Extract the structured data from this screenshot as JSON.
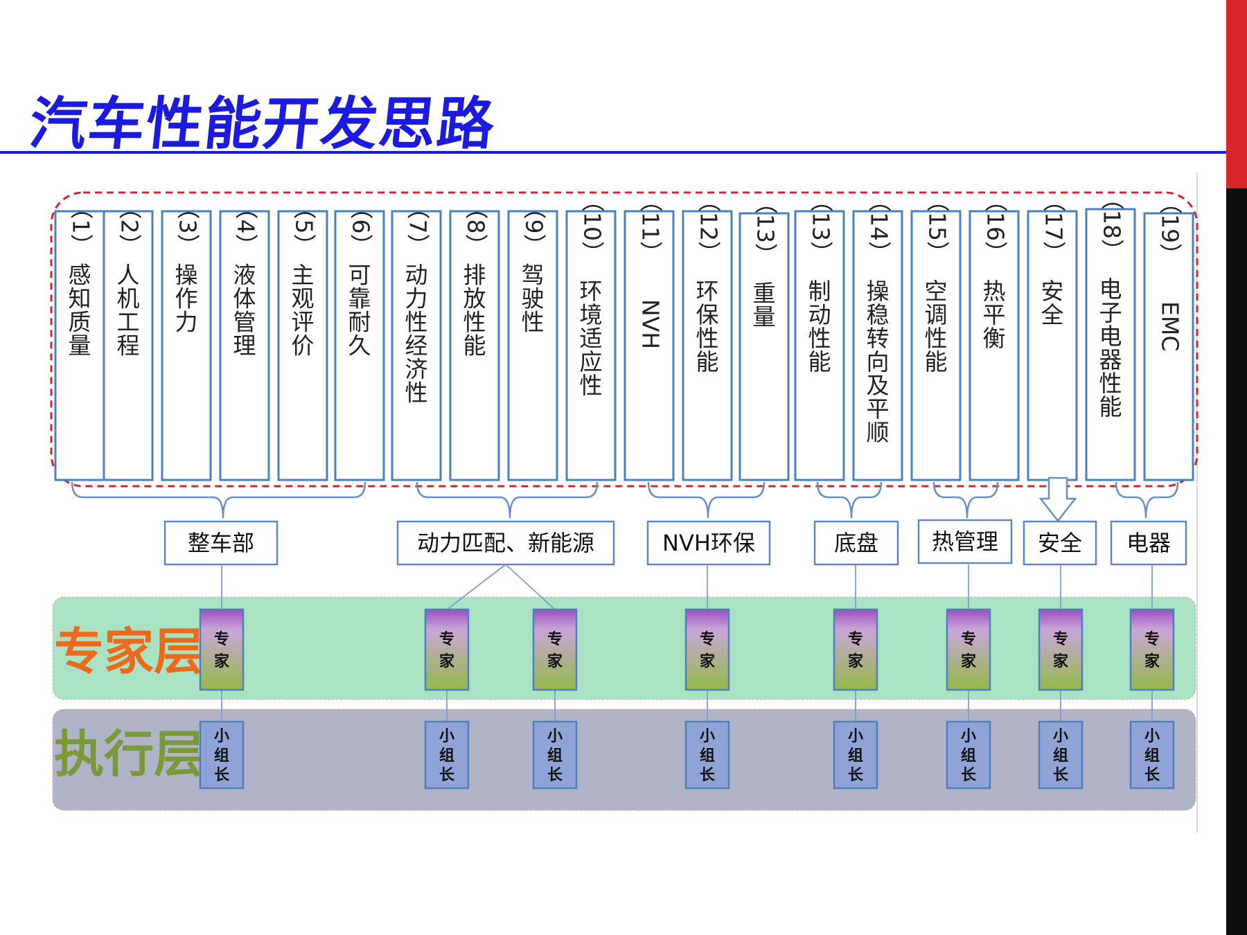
{
  "title": "汽车性能开发思路",
  "colors": {
    "title": "#1a1ae0",
    "frame_dash": "#e0202a",
    "perf_border": "#4a7fc1",
    "expert_band": "#a9e3c3",
    "exec_band": "#b0b4c6",
    "expert_label": "#ec6a1c",
    "exec_label": "#7a9a3a",
    "expert_grad_top": "#9b4fbf",
    "expert_grad_bottom": "#93b947",
    "leader_fill": "#8fa3d6"
  },
  "performance_items": [
    {
      "num": "（1）",
      "label": "感知质量"
    },
    {
      "num": "（2）",
      "label": "人机工程"
    },
    {
      "num": "（3）",
      "label": "操作力"
    },
    {
      "num": "（4）",
      "label": "液体管理"
    },
    {
      "num": "（5）",
      "label": "主观评价"
    },
    {
      "num": "（6）",
      "label": "可靠耐久"
    },
    {
      "num": "（7）",
      "label": "动力性经济性"
    },
    {
      "num": "（8）",
      "label": "排放性能"
    },
    {
      "num": "（9）",
      "label": "驾驶性"
    },
    {
      "num": "（10）",
      "label": "环境适应性"
    },
    {
      "num": "（11）",
      "label": "NVH"
    },
    {
      "num": "（12）",
      "label": "环保性能"
    },
    {
      "num": "（13）",
      "label": "重量"
    },
    {
      "num": "（13）",
      "label": "制动性能"
    },
    {
      "num": "（14）",
      "label": "操稳转向及平顺"
    },
    {
      "num": "（15）",
      "label": "空调性能"
    },
    {
      "num": "（16）",
      "label": "热平衡"
    },
    {
      "num": "（17）",
      "label": "安全"
    },
    {
      "num": "（18）",
      "label": "电子电器性能"
    },
    {
      "num": "（19）",
      "label": "EMC"
    }
  ],
  "departments": [
    {
      "label": "整车部",
      "experts": 1
    },
    {
      "label": "动力匹配、新能源",
      "experts": 2
    },
    {
      "label": "NVH环保",
      "experts": 1
    },
    {
      "label": "底盘",
      "experts": 1
    },
    {
      "label": "热管理",
      "experts": 1
    },
    {
      "label": "安全",
      "experts": 1
    },
    {
      "label": "电器",
      "experts": 1
    }
  ],
  "layers": {
    "expert": "专家层",
    "exec": "执行层"
  },
  "expert_cell": [
    "专",
    "家"
  ],
  "leader_cell": [
    "小",
    "组",
    "长"
  ]
}
